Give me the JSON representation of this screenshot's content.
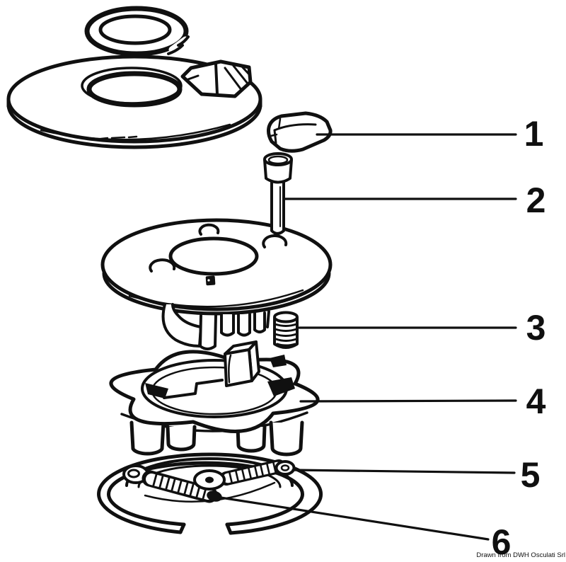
{
  "figure": {
    "type": "exploded-parts-diagram",
    "credit": "Drawn from DWH Osculati Srl",
    "colors": {
      "ink": "#101010",
      "background": "#ffffff"
    },
    "callouts": [
      {
        "label": "1"
      },
      {
        "label": "2"
      },
      {
        "label": "3"
      },
      {
        "label": "4"
      },
      {
        "label": "5"
      },
      {
        "label": "6"
      }
    ]
  }
}
